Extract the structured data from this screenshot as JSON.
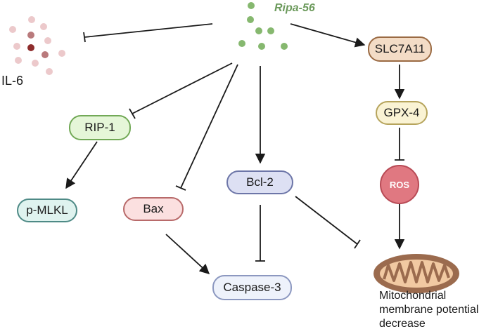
{
  "drug": {
    "label": "Ripa-56",
    "color": "#86b86f"
  },
  "cytokine": {
    "label": "IL-6",
    "color_dark": "#8e2c2c",
    "color_light": "#ecc9cb"
  },
  "nodes": {
    "slc7a11": {
      "label": "SLC7A11",
      "fill": "#f3dcc6",
      "stroke": "#9a6a43"
    },
    "gpx4": {
      "label": "GPX-4",
      "fill": "#faf3d4",
      "stroke": "#b6a45c"
    },
    "ros": {
      "label": "ROS",
      "fill": "#e07881",
      "stroke": "#b84a55"
    },
    "rip1": {
      "label": "RIP-1",
      "fill": "#e5f6d8",
      "stroke": "#72a957"
    },
    "pmlkl": {
      "label": "p-MLKL",
      "fill": "#dff3ef",
      "stroke": "#4e8a86"
    },
    "bax": {
      "label": "Bax",
      "fill": "#fbe0e0",
      "stroke": "#b86a6a"
    },
    "bcl2": {
      "label": "Bcl-2",
      "fill": "#dde0f3",
      "stroke": "#6d76a8"
    },
    "caspase3": {
      "label": "Caspase-3",
      "fill": "#eef2fb",
      "stroke": "#8c98c0"
    }
  },
  "mitochondrion": {
    "label_lines": [
      "Mitochondrial",
      "membrane potential",
      "decrease"
    ],
    "color": "#9b6b4e"
  },
  "edges": [
    {
      "from": "Ripa-56",
      "to": "IL-6",
      "type": "inhibition"
    },
    {
      "from": "Ripa-56",
      "to": "SLC7A11",
      "type": "activation"
    },
    {
      "from": "Ripa-56",
      "to": "RIP-1",
      "type": "inhibition"
    },
    {
      "from": "Ripa-56",
      "to": "Bax",
      "type": "inhibition"
    },
    {
      "from": "Ripa-56",
      "to": "Bcl-2",
      "type": "activation"
    },
    {
      "from": "SLC7A11",
      "to": "GPX-4",
      "type": "activation"
    },
    {
      "from": "GPX-4",
      "to": "ROS",
      "type": "inhibition"
    },
    {
      "from": "ROS",
      "to": "Mitochondrial membrane potential decrease",
      "type": "activation"
    },
    {
      "from": "RIP-1",
      "to": "p-MLKL",
      "type": "activation"
    },
    {
      "from": "Bax",
      "to": "Caspase-3",
      "type": "activation"
    },
    {
      "from": "Bcl-2",
      "to": "Caspase-3",
      "type": "inhibition"
    },
    {
      "from": "Bcl-2",
      "to": "Mitochondrial membrane potential decrease",
      "type": "inhibition"
    }
  ],
  "edge_color": "#1a1a1a"
}
